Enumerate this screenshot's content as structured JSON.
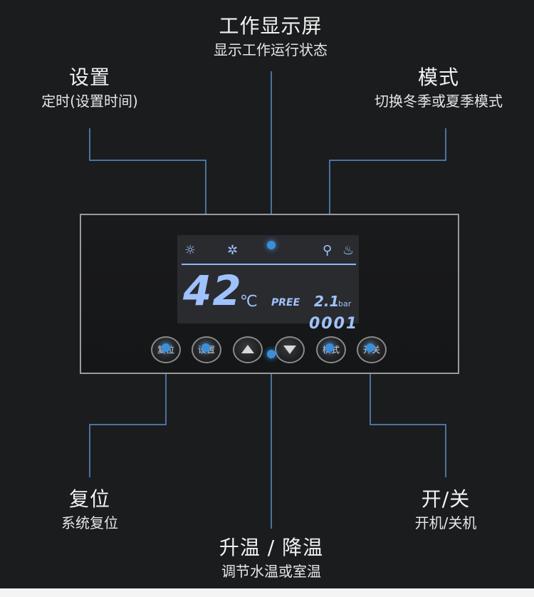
{
  "colors": {
    "background": "#1b1c1e",
    "leader_line": "#5b90c7",
    "dot": "#3d8ed8",
    "lcd_text": "#9fc2ff",
    "panel_border": "#9a9a9a"
  },
  "callouts": {
    "display": {
      "title": "工作显示屏",
      "desc": "显示工作运行状态"
    },
    "settings": {
      "title": "设置",
      "desc": "定时(设置时间)"
    },
    "mode": {
      "title": "模式",
      "desc": "切换冬季或夏季模式"
    },
    "reset": {
      "title": "复位",
      "desc": "系统复位"
    },
    "temp_adjust": {
      "title": "升温 / 降温",
      "desc": "调节水温或室温"
    },
    "power": {
      "title": "开/关",
      "desc": "开机/关机"
    }
  },
  "lcd": {
    "icons": [
      "sun-icon",
      "fan-icon",
      "faucet-icon",
      "flame-icon"
    ],
    "temperature": "42",
    "temperature_unit": "℃",
    "pree_label": "PREE",
    "pressure_value": "2.1",
    "pressure_unit": "bar",
    "counter": "0001"
  },
  "buttons": {
    "reset": "复位",
    "settings": "设置",
    "up": "up-arrow-icon",
    "down": "down-arrow-icon",
    "mode": "模式",
    "power": "开关"
  }
}
